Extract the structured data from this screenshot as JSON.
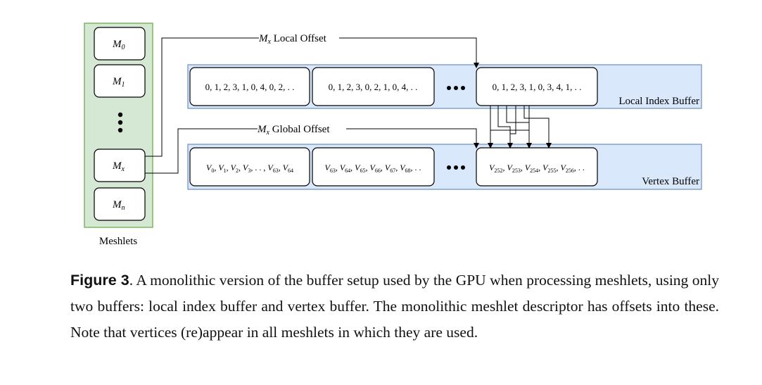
{
  "figure": {
    "meshlets": {
      "label": "Meshlets",
      "items": [
        {
          "base": "M",
          "sub": "0"
        },
        {
          "base": "M",
          "sub": "1"
        },
        {
          "base": "M",
          "sub": "x"
        },
        {
          "base": "M",
          "sub": "n"
        }
      ]
    },
    "local_offset": {
      "base": "M",
      "sub": "x",
      "text": " Local Offset"
    },
    "global_offset": {
      "base": "M",
      "sub": "x",
      "text": " Global Offset"
    },
    "local_index_buffer": {
      "label": "Local Index Buffer",
      "cells": [
        "0, 1, 2, 3, 1, 0, 4, 0, 2, . .",
        "0, 1, 2, 3, 0, 2, 1, 0, 4, . .",
        "0, 1, 2, 3, 1, 0, 3, 4, 1, . ."
      ]
    },
    "vertex_buffer": {
      "label": "Vertex Buffer",
      "cells": [
        [
          [
            "V",
            "0"
          ],
          [
            "V",
            "1"
          ],
          [
            "V",
            "2"
          ],
          [
            "V",
            "3"
          ],
          [
            ". . ",
            ""
          ],
          [
            "V",
            "63"
          ],
          [
            "V",
            "64"
          ]
        ],
        [
          [
            "V",
            "63"
          ],
          [
            "V",
            "64"
          ],
          [
            "V",
            "65"
          ],
          [
            "V",
            "66"
          ],
          [
            "V",
            "67"
          ],
          [
            "V",
            "68"
          ],
          [
            ". .",
            ""
          ]
        ],
        [
          [
            "V",
            "252"
          ],
          [
            "V",
            "253"
          ],
          [
            "V",
            "254"
          ],
          [
            "V",
            "255"
          ],
          [
            "V",
            "256"
          ],
          [
            ". .",
            ""
          ]
        ]
      ]
    },
    "colors": {
      "meshlet_panel": "#d5e8d4",
      "meshlet_border": "#82b366",
      "buffer_fill": "#dae8fc",
      "buffer_border": "#6c8ebf"
    }
  },
  "caption": {
    "label": "Figure 3",
    "text": ". A monolithic version of the buffer setup used by the GPU when processing meshlets, using only two buffers: local index buffer and vertex buffer. The monolithic meshlet descriptor has offsets into these. Note that vertices (re)appear in all meshlets in which they are used."
  }
}
